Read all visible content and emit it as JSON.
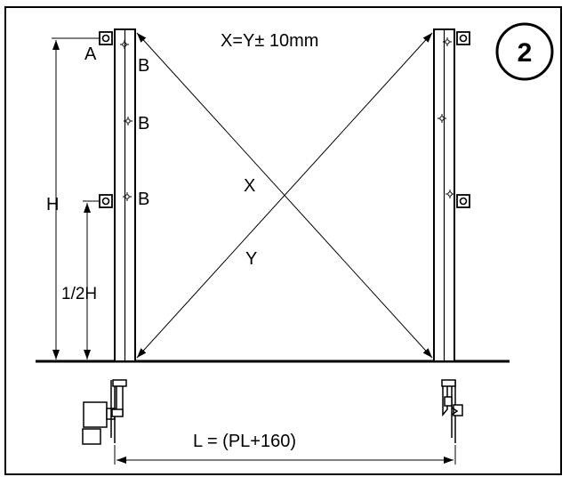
{
  "step_number": "2",
  "tolerance_note": "X=Y± 10mm",
  "labels": {
    "A": "A",
    "B1": "B",
    "B2": "B",
    "B3": "B",
    "H": "H",
    "half_H": "1/2H",
    "X": "X",
    "Y": "Y",
    "L": "L = (PL+160)"
  },
  "colors": {
    "stroke": "#000000",
    "background": "#ffffff"
  }
}
